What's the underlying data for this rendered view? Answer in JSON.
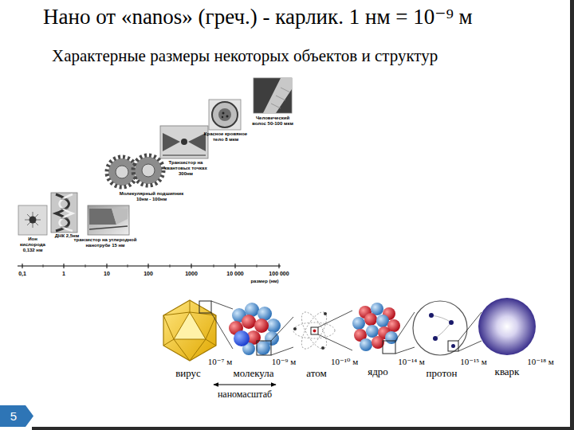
{
  "diagram": {
    "title": "Нано от «nanos» (греч.) - карлик. 1 нм = 10⁻⁹ м",
    "nodes": [
      {
        "text": [
          "5"
        ]
      }
    ],
    "labels": [
      "Характерные размеры некоторых объектов и структур",
      "Ион кислорода 0,132 нм",
      "ДНК 2,5нм",
      "транзистор на углеродной нанотрубе 15 нм",
      "Молекулярный подшипник 10нм - 100нм",
      "Транзистор на квантовых точках 300нм",
      "Красное кровяное тело 8 мкм",
      "Человеческий волос 50-100 мкм",
      "0,1",
      "1",
      "10",
      "100",
      "1000",
      "10 000",
      "100 000",
      "размер (нм)",
      "10⁻⁷ м",
      "вирус",
      "10⁻⁹ м",
      "молекула",
      "10⁻¹⁰ м",
      "атом",
      "10⁻¹⁴ м",
      "ядро",
      "10⁻¹⁵ м",
      "протон",
      "10⁻¹⁸ м",
      "кварк",
      "наномасштаб"
    ]
  }
}
